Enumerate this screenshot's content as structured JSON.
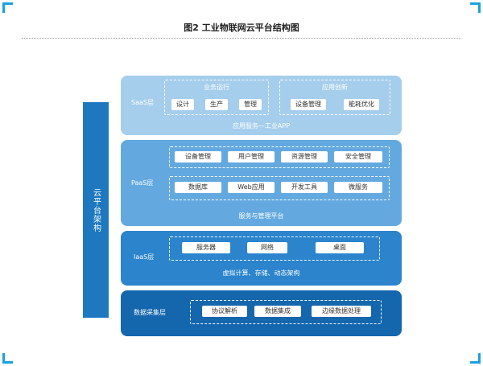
{
  "title": "图2 工业物联网云平台结构图",
  "side_label": "云平台架构",
  "saas": {
    "name": "SaaS层",
    "group1_title": "业务运行",
    "group1_items": [
      "设计",
      "生产",
      "管理"
    ],
    "group2_title": "应用创新",
    "group2_items": [
      "设备管理",
      "能耗优化"
    ],
    "footer": "应用服务—工业APP"
  },
  "paas": {
    "name": "PaaS层",
    "row1": [
      "设备管理",
      "用户管理",
      "资源管理",
      "安全管理"
    ],
    "row2": [
      "数据库",
      "Web应用",
      "开发工具",
      "微服务"
    ],
    "footer": "服务与管理平台"
  },
  "iaas": {
    "name": "IaaS层",
    "items": [
      "服务器",
      "网络",
      "桌面"
    ],
    "footer": "虚拟计算、存储、动态架构"
  },
  "data_layer": {
    "name": "数据采集层",
    "items": [
      "协议解析",
      "数据集成",
      "边缘数据处理"
    ]
  },
  "colors": {
    "saas": "#a5cdec",
    "paas": "#63a9e0",
    "iaas": "#2b84cc",
    "data": "#1466ad",
    "side": "#1e78bf",
    "corner": "#1aa2dc"
  }
}
